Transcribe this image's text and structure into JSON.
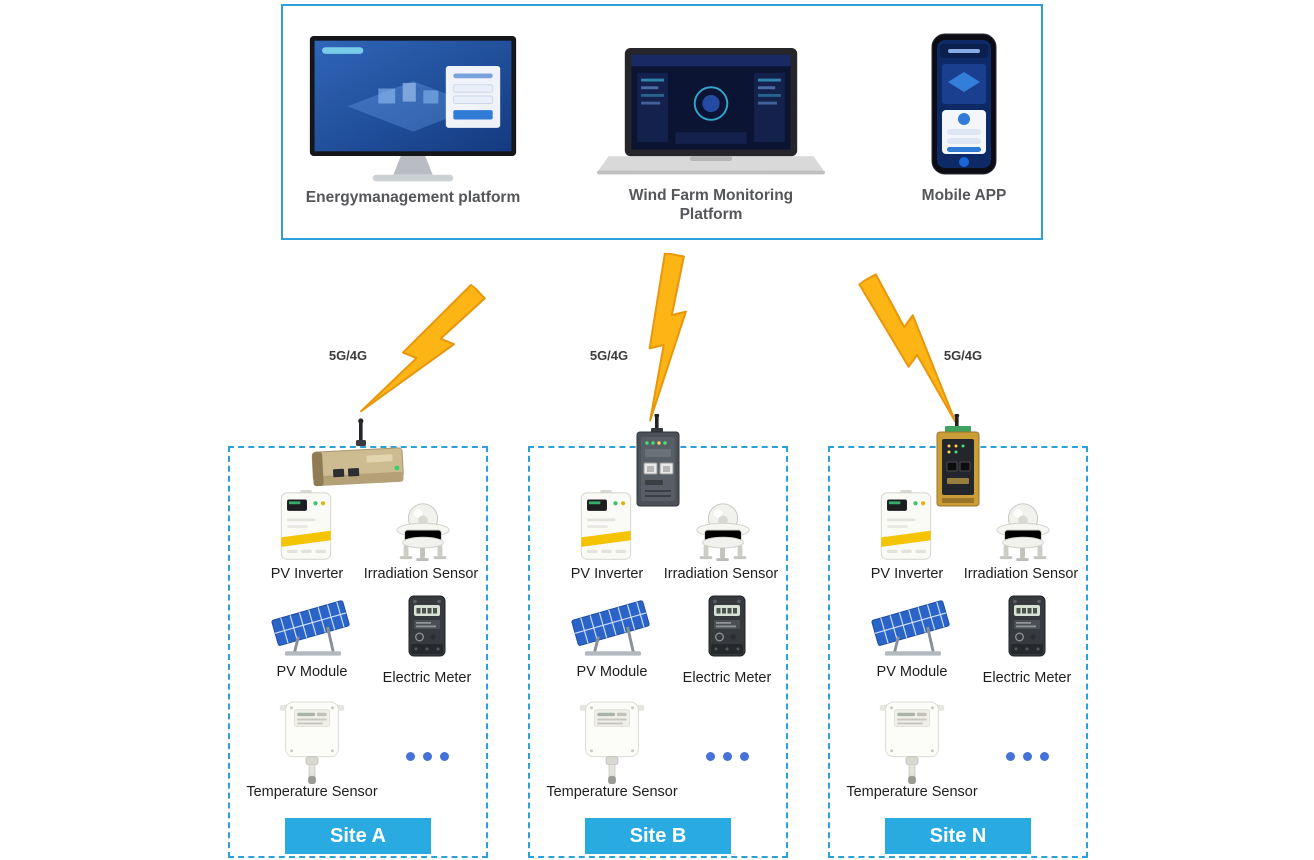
{
  "colors": {
    "border_blue": "#2da0d9",
    "site_badge_blue": "#29abe2",
    "lightning_gold": "#FDB515",
    "ellipsis_blue": "#4472d8"
  },
  "platforms": [
    {
      "label": "Energymanagement platform"
    },
    {
      "label": "Wind Farm Monitoring Platform"
    },
    {
      "label": "Mobile APP"
    }
  ],
  "links": [
    {
      "label": "5G/4G"
    },
    {
      "label": "5G/4G"
    },
    {
      "label": "5G/4G"
    }
  ],
  "sites": [
    {
      "name": "Site A",
      "device_labels": {
        "pv_inverter": "PV Inverter",
        "irradiation_sensor": "Irradiation Sensor",
        "pv_module": "PV Module",
        "electric_meter": "Electric Meter",
        "temperature_sensor": "Temperature Sensor"
      }
    },
    {
      "name": "Site B",
      "device_labels": {
        "pv_inverter": "PV Inverter",
        "irradiation_sensor": "Irradiation Sensor",
        "pv_module": "PV Module",
        "electric_meter": "Electric Meter",
        "temperature_sensor": "Temperature Sensor"
      }
    },
    {
      "name": "Site N",
      "device_labels": {
        "pv_inverter": "PV Inverter",
        "irradiation_sensor": "Irradiation Sensor",
        "pv_module": "PV Module",
        "electric_meter": "Electric Meter",
        "temperature_sensor": "Temperature Sensor"
      }
    }
  ]
}
